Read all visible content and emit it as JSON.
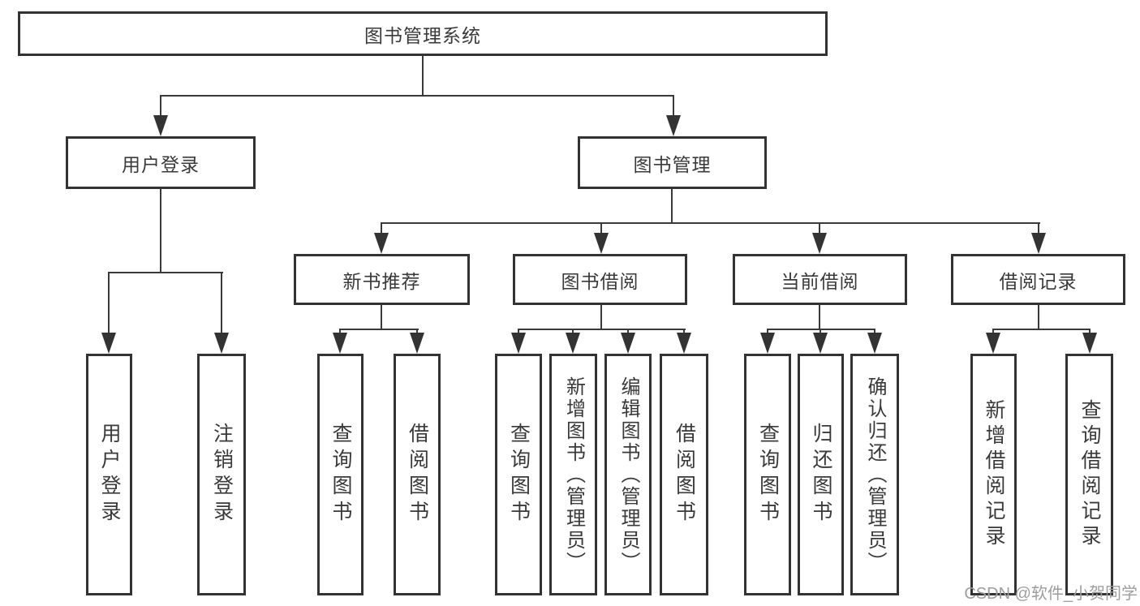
{
  "diagram": {
    "title": {
      "label": "图书管理系统"
    },
    "modules": [
      {
        "label": "用户登录"
      },
      {
        "label": "图书管理"
      }
    ],
    "submodules": [
      {
        "label": "新书推荐"
      },
      {
        "label": "图书借阅"
      },
      {
        "label": "当前借阅"
      },
      {
        "label": "借阅记录"
      }
    ],
    "functions": {
      "user_login": [
        {
          "label": "用户登录"
        },
        {
          "label": "注销登录"
        }
      ],
      "new_book": [
        {
          "label": "查询图书"
        },
        {
          "label": "借阅图书"
        }
      ],
      "book_borrow": [
        {
          "label": "查询图书"
        },
        {
          "label": "新增图书（管理员）"
        },
        {
          "label": "编辑图书（管理员）"
        },
        {
          "label": "借阅图书"
        }
      ],
      "current_borrow": [
        {
          "label": "查询图书"
        },
        {
          "label": "归还图书"
        },
        {
          "label": "确认归还（管理员）"
        }
      ],
      "borrow_records": [
        {
          "label": "新增借阅记录"
        },
        {
          "label": "查询借阅记录"
        }
      ]
    },
    "watermark": "CSDN @软件_小贺同学",
    "colors": {
      "line": "#333333",
      "text": "#3a3a3a",
      "watermark": "#9e9e9e",
      "background": "#ffffff"
    }
  }
}
